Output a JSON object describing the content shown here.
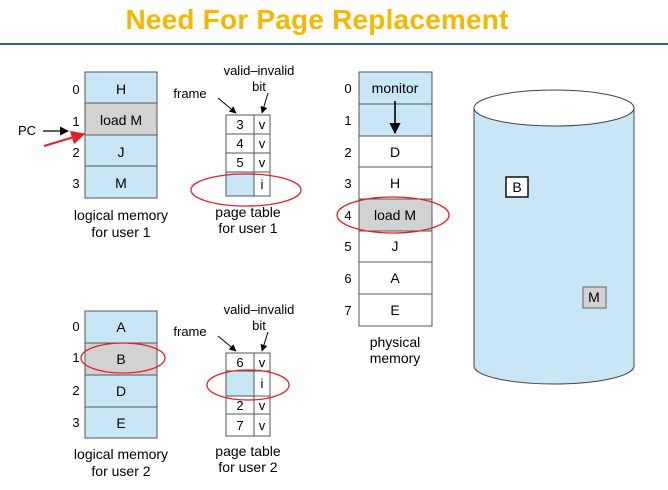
{
  "title": "Need For Page Replacement",
  "colors": {
    "title": "#f5b800",
    "rule": "#2e5fa3",
    "cell_blue": "#c8e6f6",
    "cell_gray": "#d2d2d2",
    "highlight_circle": "#e0222a",
    "pc_arrow": "#e0222a",
    "disk_fill": "#c8e6f6"
  },
  "user1": {
    "logical_memory": {
      "indices": [
        "0",
        "1",
        "2",
        "3"
      ],
      "cells": [
        "H",
        "load M",
        "J",
        "M"
      ],
      "caption_line1": "logical memory",
      "caption_line2": "for user 1"
    },
    "pc_label": "PC",
    "page_table": {
      "header_valid": "valid–invalid",
      "header_bit": "bit",
      "header_frame": "frame",
      "frames": [
        "3",
        "4",
        "5",
        ""
      ],
      "bits": [
        "v",
        "v",
        "v",
        "i"
      ],
      "caption_line1": "page table",
      "caption_line2": "for user 1"
    }
  },
  "user2": {
    "logical_memory": {
      "indices": [
        "0",
        "1",
        "2",
        "3"
      ],
      "cells": [
        "A",
        "B",
        "D",
        "E"
      ],
      "caption_line1": "logical memory",
      "caption_line2": "for user 2"
    },
    "page_table": {
      "header_valid": "valid–invalid",
      "header_bit": "bit",
      "header_frame": "frame",
      "frames": [
        "6",
        "",
        "2",
        "7"
      ],
      "bits": [
        "v",
        "i",
        "v",
        "v"
      ],
      "caption_line1": "page table",
      "caption_line2": "for user 2"
    }
  },
  "physical_memory": {
    "indices": [
      "0",
      "1",
      "2",
      "3",
      "4",
      "5",
      "6",
      "7"
    ],
    "cells": [
      "monitor",
      "",
      "D",
      "H",
      "load M",
      "J",
      "A",
      "E"
    ],
    "caption_line1": "physical",
    "caption_line2": "memory"
  },
  "disk": {
    "items": [
      "B",
      "M"
    ]
  }
}
